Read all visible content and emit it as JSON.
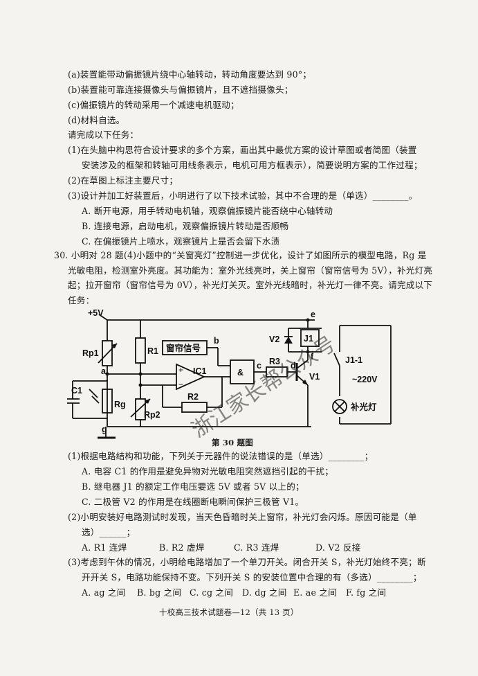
{
  "top_list": {
    "a": "(a)装置能带动偏振镜片绕中心轴转动，转动角度要达到 90°；",
    "b": "(b)装置能可靠连接摄像头与偏振镜片，且不遮挡摄像头；",
    "c": "(c)偏振镜片的转动采用一个减速电机驱动；",
    "d": "(d)材料自选。",
    "intro": "请完成以下任务：",
    "t1a": "(1)在头脑中构思符合设计要求的多个方案，画出其中最优方案的设计草图或者简图（装置",
    "t1b": "安装涉及的框架和转轴可用线条表示，电机可用方框表示），简要说明方案的工作过程；",
    "t2": "(2)在草图上标注主要尺寸；",
    "t3": "(3)设计并加工好装置后，小明进行了以下技术试验，其中不合理的是（单选）________。",
    "optA": "A. 断开电源，用手转动电机轴，观察偏振镜片能否绕中心轴转动",
    "optB": "B. 连接电源，启动电机，观察偏振镜片转动是否顺畅",
    "optC": "C. 在偏振镜片上喷水，观察镜片上是否会留下水渍"
  },
  "q30": {
    "l1": "30. 小明对 28 题(4)小题中的“关窗亮灯”控制进一步优化，设计了如图所示的模型电路，Rg 是",
    "l2": "光敏电阻，检测室外亮度。其功能为：室外光线亮时，关上窗帘（窗帘信号为 5V），补光灯亮",
    "l3": "起；拉开窗帘（窗帘信号为 0V），补光灯关灭。室外光线暗时，补光灯一律不亮。请完成以下",
    "l4": "任务："
  },
  "circuit": {
    "vcc": "+5V",
    "rp1": "Rp1",
    "r1": "R1",
    "curtain": "窗帘信号",
    "ic1": "IC1",
    "and_gate": "&",
    "r3": "R3",
    "r2": "R2",
    "c1": "C1",
    "rg": "Rg",
    "rp2": "Rp2",
    "v1": "V1",
    "v2": "V2",
    "j1": "J1",
    "j1_1": "J1-1",
    "ac": "~220V",
    "lamp": "补光灯",
    "node_a": "a",
    "node_b": "b",
    "node_c": "c",
    "node_d": "d",
    "node_e": "e",
    "node_f": "f",
    "node_g": "g",
    "watermark": "浙江家长帮公众号",
    "caption": "第 30 题图"
  },
  "q30_tasks": {
    "s1": "(1)根据电路结构和功能，下列关于元器件的说法错误的是（单选）________；",
    "s1A": "A. 电容 C1 的作用是避免异物对光敏电阻突然遮挡引起的干扰；",
    "s1B": "B. 继电器 J1 的额定工作电压要选 5V 或者 5V 以上的；",
    "s1C": "C. 二极管 V2 的作用是在线圈断电瞬间保护三极管 V1。",
    "s2a": "(2)小明安装好电路测试时发现，当天色昏暗时关上窗帘，补光灯会闪烁。原因可能是（单",
    "s2b": "选）______；",
    "s2A": "A. R1 连焊",
    "s2B": "B. R2 虚焊",
    "s2C": "C. R3 连焊",
    "s2D": "D. V2 反接",
    "s3a": "(3)考虑到午休的情况，小明给电路增加了一个单刀开关。闭合开关 S，补光灯始终不亮；断",
    "s3b": "开开关 S，电路功能保持不变。下列开关 S 的安装位置中合理的有（多选）________；",
    "s3A": "A. ag 之间",
    "s3B": "B. bg 之间",
    "s3C": "C. cg 之间",
    "s3D": "D. dg 之间",
    "s3E": "E. ae 之间",
    "s3F": "F. fg 之间"
  },
  "footer": "十校高三技术试题卷—12（共 13 页）"
}
